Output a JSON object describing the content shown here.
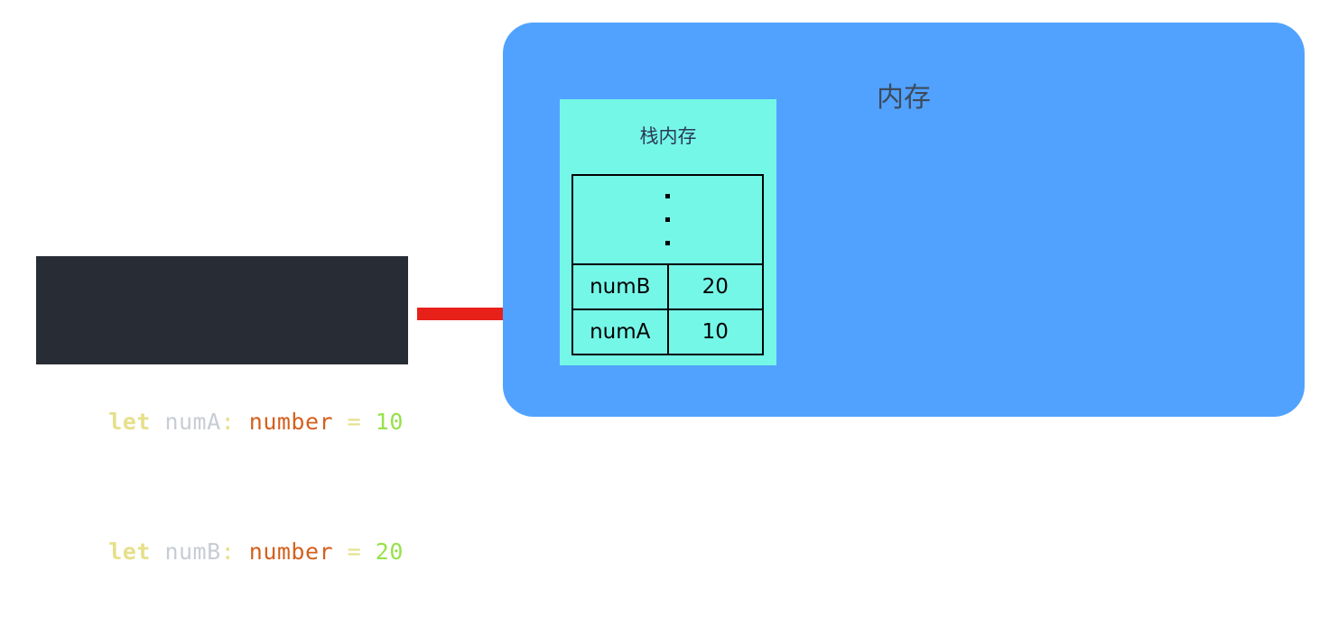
{
  "diagram": {
    "code_block": {
      "name": "typescript-declarations",
      "background": "#282c34",
      "lines": [
        {
          "keyword": "let",
          "space1": " ",
          "variable": "numA",
          "colon": ":",
          "space2": " ",
          "type": "number",
          "space3": " ",
          "operator": "=",
          "space4": " ",
          "value": "10"
        },
        {
          "keyword": "let",
          "space1": " ",
          "variable": "numB",
          "colon": ":",
          "space2": " ",
          "type": "number",
          "space3": " ",
          "operator": "=",
          "space4": " ",
          "value": "20"
        }
      ],
      "colors": {
        "keyword": "#e5e08a",
        "variable": "#c8ccd4",
        "type": "#d4601e",
        "operator": "#e5e08a",
        "number": "#96e24b"
      }
    },
    "arrow": {
      "name": "red-right-arrow",
      "direction": "right",
      "color": "#e8201a"
    },
    "memory": {
      "title": "内存",
      "background": "#51a2ff",
      "title_color": "#3d4a5c",
      "stack": {
        "title": "栈内存",
        "background": "#75f7e8",
        "title_color": "#2b3a55",
        "ellipsis_marker": "vertical-ellipsis",
        "columns": [
          "name",
          "value"
        ],
        "rows": [
          {
            "name": "numB",
            "value": "20"
          },
          {
            "name": "numA",
            "value": "10"
          }
        ]
      }
    }
  }
}
